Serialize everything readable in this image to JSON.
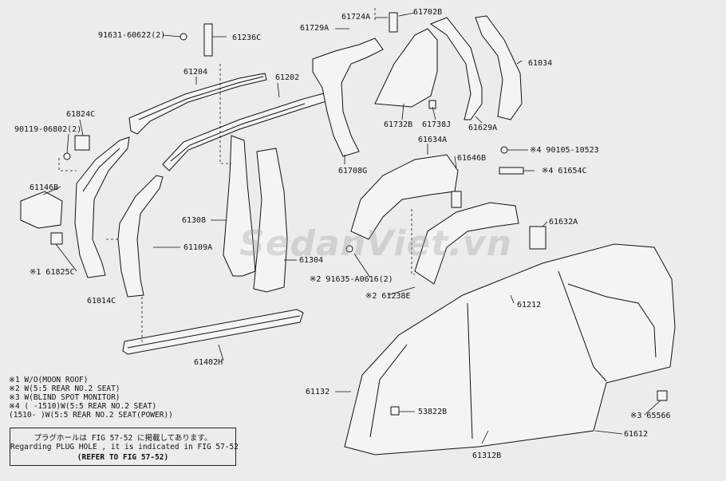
{
  "watermark": "SedanViet.vn",
  "labels": {
    "p91631": "91631-60622(2)",
    "p61236c": "61236C",
    "p61724a": "61724A",
    "p61702b": "61702B",
    "p61729a": "61729A",
    "p61034": "61034",
    "p61204": "61204",
    "p61202": "61202",
    "p61824c": "61824C",
    "p90119": "90119-06802(2)",
    "p61732b": "61732B",
    "p61738j": "61738J",
    "p61629a": "61629A",
    "p61634a": "61634A",
    "p90105": "※4 90105-10523",
    "p61646b": "61646B",
    "p61654c": "※4 61654C",
    "p61708g": "61708G",
    "p61146b": "61146B",
    "p61308": "61308",
    "p61632a": "61632A",
    "p61109a": "61109A",
    "p61304": "61304",
    "p61825c": "※1 61825C",
    "p91635": "※2 91635-A0616(2)",
    "p61014c": "61014C",
    "p61238e": "※2 61238E",
    "p61212": "61212",
    "p61402h": "61402H",
    "p61132": "61132",
    "p53822b": "53822B",
    "p65566": "※3 65566",
    "p61612": "61612",
    "p61312b": "61312B"
  },
  "notes": [
    "※1  W/O(MOON ROOF)",
    "※2  W(5:5 REAR NO.2 SEAT)",
    "※3  W(BLIND SPOT MONITOR)",
    "※4 (    -1510)W(5:5 REAR NO.2 SEAT)",
    "  (1510-    )W(5:5 REAR NO.2 SEAT(POWER))"
  ],
  "notice": {
    "line1": "プラグホールは FIG 57-52 に掲載してあります。",
    "line2": "Regarding PLUG HOLE , it is indicated in FIG 57-52",
    "line3": "(REFER TO FIG 57-52)"
  }
}
